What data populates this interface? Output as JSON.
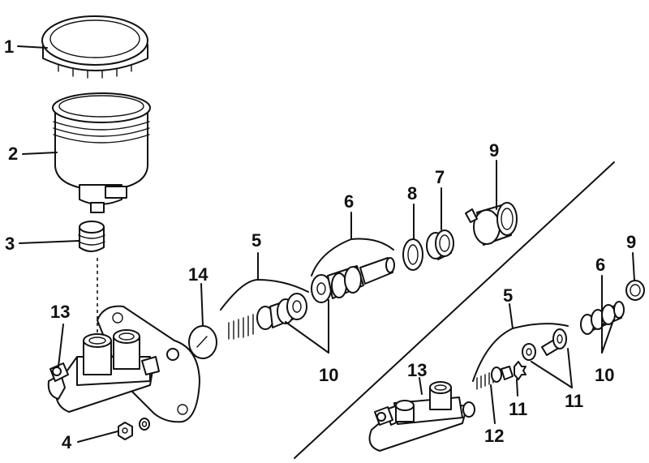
{
  "labels": {
    "l1": "1",
    "l2": "2",
    "l3": "3",
    "l4": "4",
    "l5a": "5",
    "l6a": "6",
    "l7": "7",
    "l8": "8",
    "l9a": "9",
    "l10a": "10",
    "l13a": "13",
    "l14": "14",
    "l5b": "5",
    "l6b": "6",
    "l9b": "9",
    "l10b": "10",
    "l11a": "11",
    "l11b": "11",
    "l12": "12",
    "l13b": "13"
  }
}
